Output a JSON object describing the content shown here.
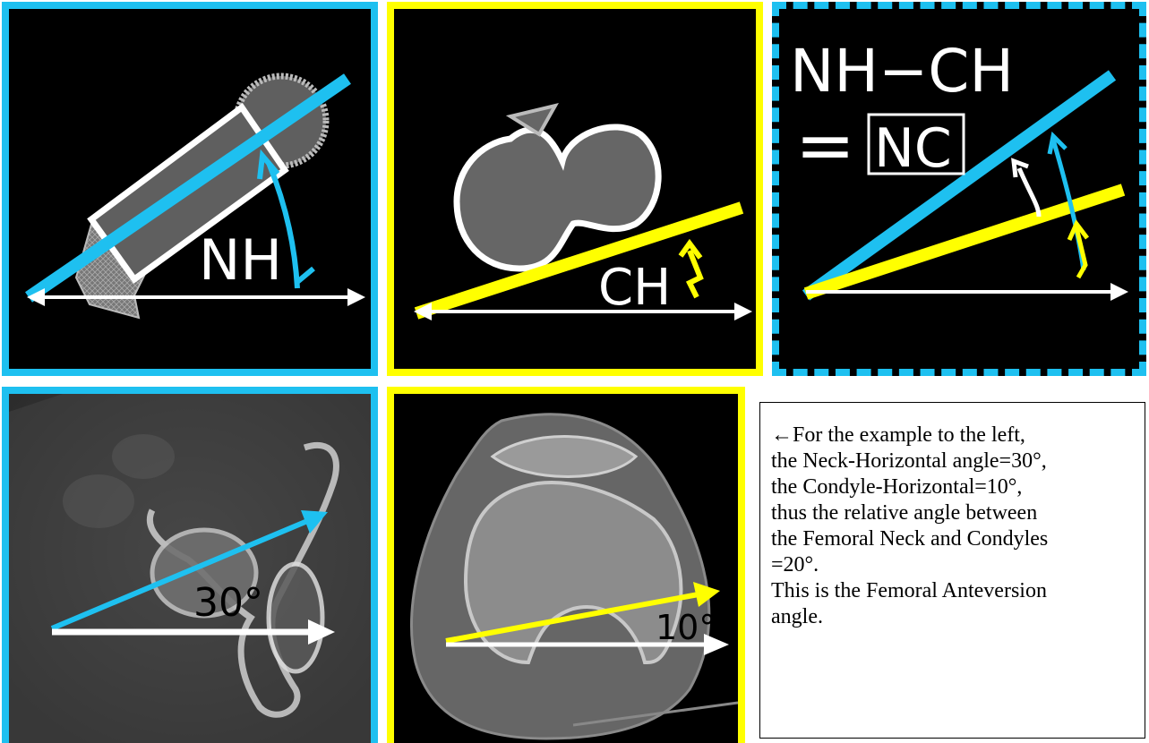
{
  "panels": {
    "neck": {
      "label": "NH"
    },
    "condyle": {
      "label": "CH"
    },
    "combined": {
      "line1": "NH−CH",
      "equals": "=",
      "result": "NC"
    },
    "ct_hip": {
      "angle_label": "30°"
    },
    "ct_knee": {
      "angle_label": "10°"
    }
  },
  "explanation": {
    "lines": [
      "←For the example to the left,",
      "the Neck-Horizontal angle=30°,",
      "the Condyle-Horizontal=10°,",
      "thus the relative angle between",
      "the Femoral Neck and Condyles",
      "=20°.",
      "This is the Femoral Anteversion",
      "angle."
    ]
  },
  "colors": {
    "neck": "#1ec0f0",
    "condyle": "#ffff00",
    "bone": "#666666",
    "outline": "#ffffff",
    "background": "#000000"
  }
}
